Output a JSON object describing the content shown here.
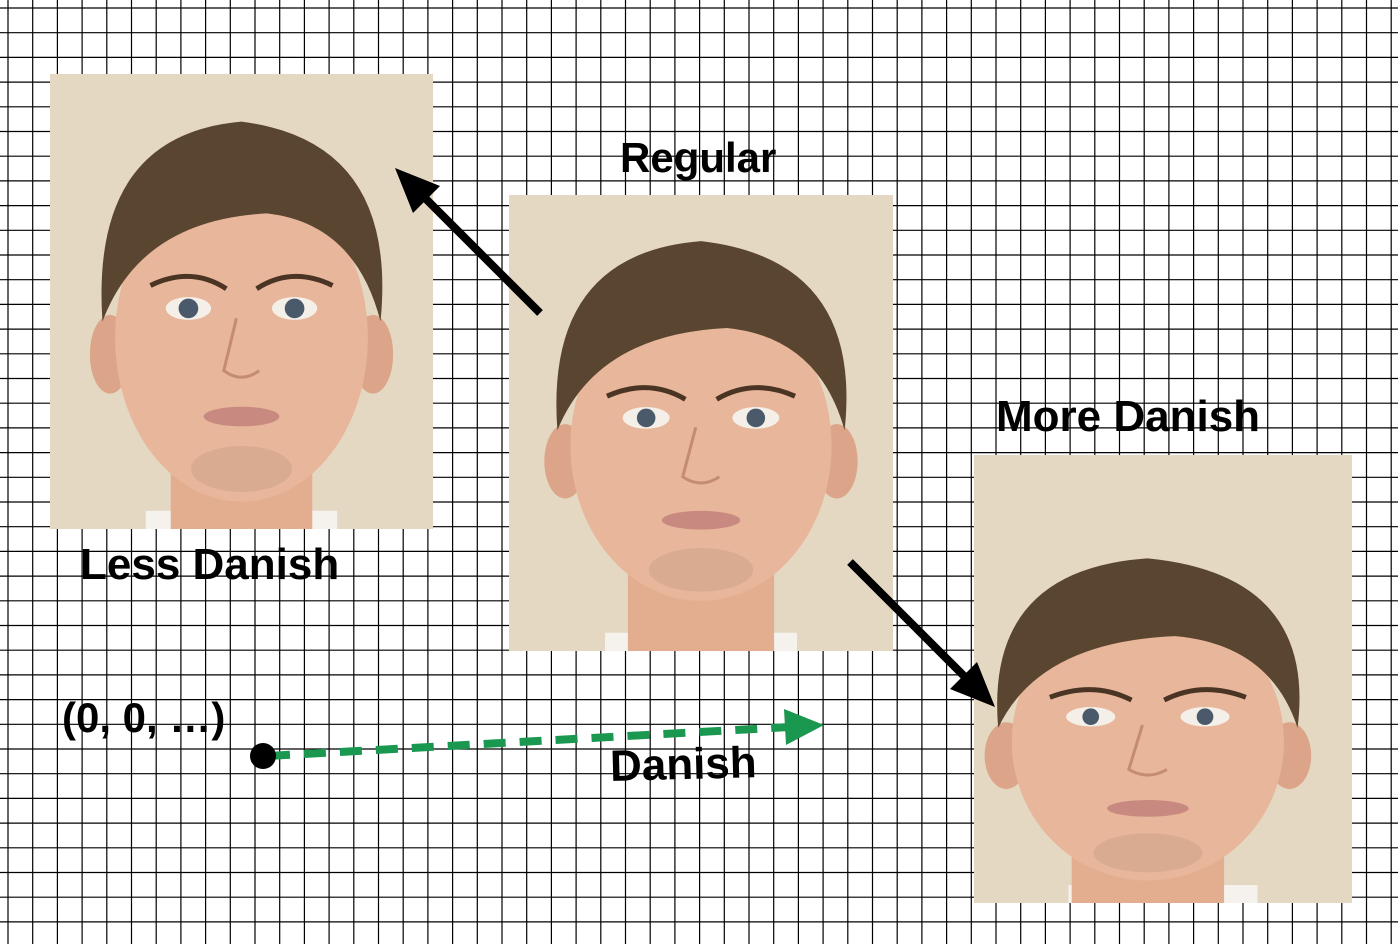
{
  "labels": {
    "regular": "Regular",
    "less_danish": "Less Danish",
    "more_danish": "More Danish",
    "origin": "(0, 0, …)",
    "direction": "Danish"
  },
  "colors": {
    "grid": "#000000",
    "arrow": "#000000",
    "direction_arrow": "#1a9850",
    "origin_dot": "#000000",
    "photo_wall": "#e4d8c2",
    "hair": "#5a4530",
    "skin": "#e8b69a",
    "eye": "#4a5a6a",
    "lips": "#c88a80"
  },
  "photos": [
    {
      "name": "less-danish-face-photo",
      "variant": "less"
    },
    {
      "name": "regular-face-photo",
      "variant": "regular"
    },
    {
      "name": "more-danish-face-photo",
      "variant": "more"
    }
  ]
}
